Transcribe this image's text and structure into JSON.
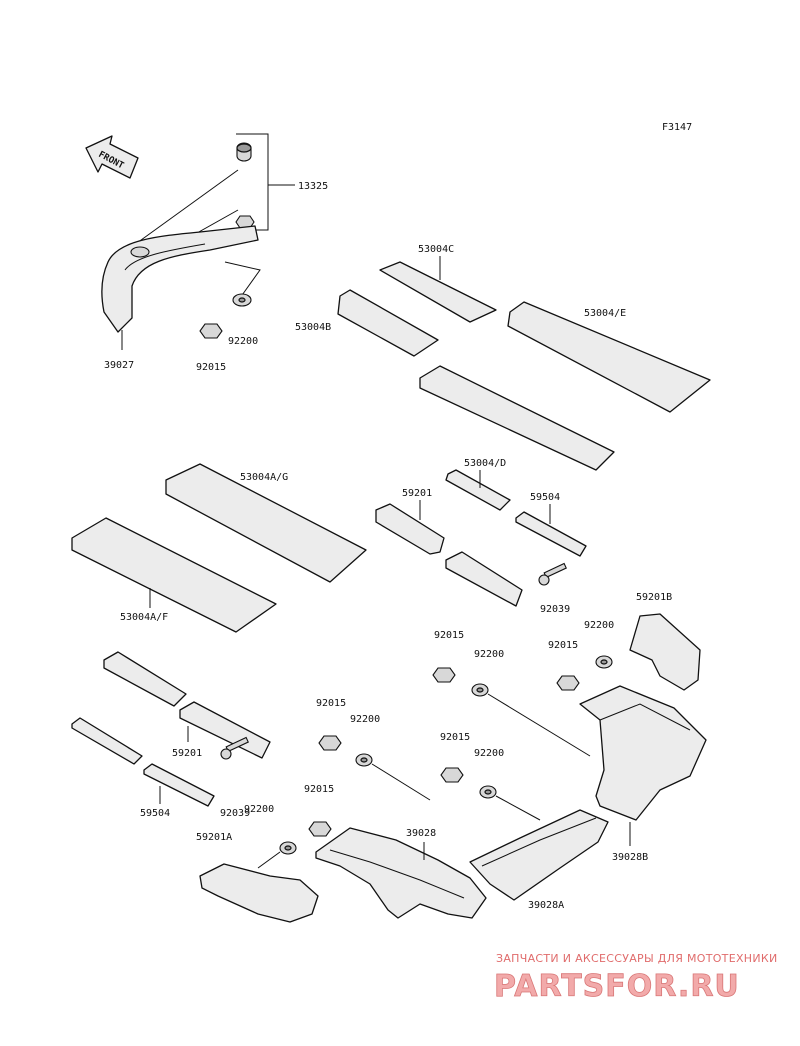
{
  "figure_code": "F3147",
  "front_label": "FRONT",
  "labels": {
    "p13325": "13325",
    "p39027": "39027",
    "p92200_a": "92200",
    "p92015_a": "92015",
    "p53004C": "53004C",
    "p53004B": "53004B",
    "p53004E": "53004/E",
    "p53004D": "53004/D",
    "p53004AG": "53004A/G",
    "p53004AF": "53004A/F",
    "p59201_a": "59201",
    "p59504_a": "59504",
    "p92039_a": "92039",
    "p59201B": "59201B",
    "p92015_b": "92015",
    "p92200_b": "92200",
    "p92015_c": "92015",
    "p92200_c": "92200",
    "p92015_d": "92015",
    "p92200_d": "92200",
    "p92015_e": "92015",
    "p92200_e": "92200",
    "p92015_f": "92015",
    "p92200_f": "92200",
    "p39028B": "39028B",
    "p59201_b": "59201",
    "p59504_b": "59504",
    "p92039_b": "92039",
    "p59201A": "59201A",
    "p39028": "39028",
    "p39028A": "39028A"
  },
  "watermark": {
    "caption": "ЗАПЧАСТИ И АКСЕССУАРЫ ДЛЯ МОТОТЕХНИКИ",
    "logo": "PARTSFOR.RU"
  }
}
